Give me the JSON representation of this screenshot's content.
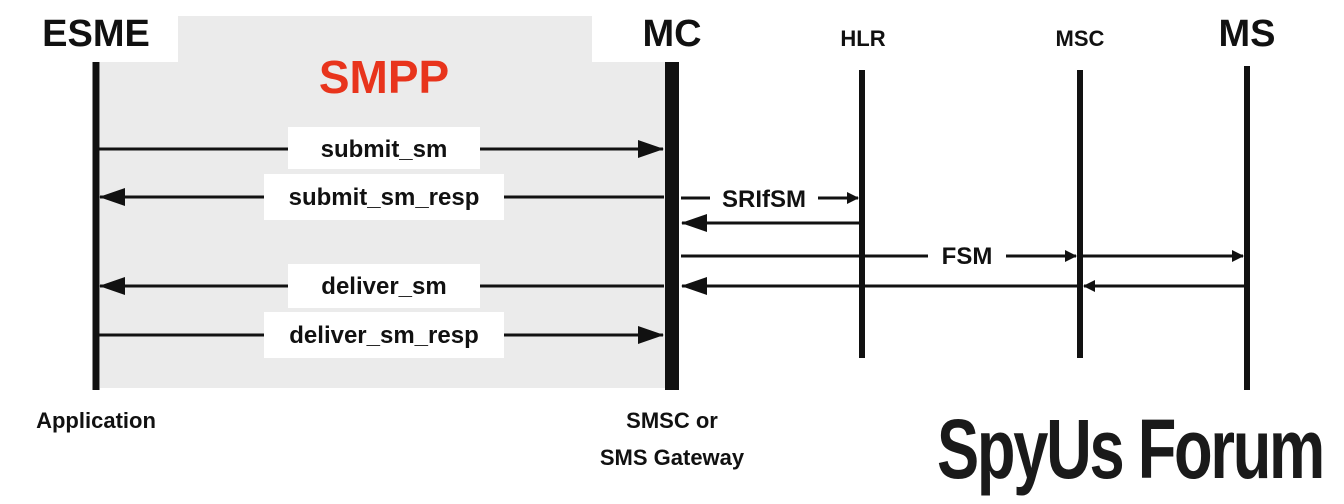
{
  "diagram": {
    "protocol_label": "SMPP",
    "entities": {
      "esme": "ESME",
      "mc": "MC",
      "hlr": "HLR",
      "msc": "MSC",
      "ms": "MS"
    },
    "messages": {
      "submit_sm": "submit_sm",
      "submit_sm_resp": "submit_sm_resp",
      "srifsm": "SRIfSM",
      "fsm": "FSM",
      "deliver_sm": "deliver_sm",
      "deliver_sm_resp": "deliver_sm_resp"
    },
    "footers": {
      "application": "Application",
      "mc_line1": "SMSC or",
      "mc_line2": "SMS Gateway"
    },
    "watermark": "SpyUs Forum",
    "colors": {
      "protocol_label": "#e8341c",
      "smpp_region": "#ebebeb",
      "lines": "#111111"
    }
  }
}
